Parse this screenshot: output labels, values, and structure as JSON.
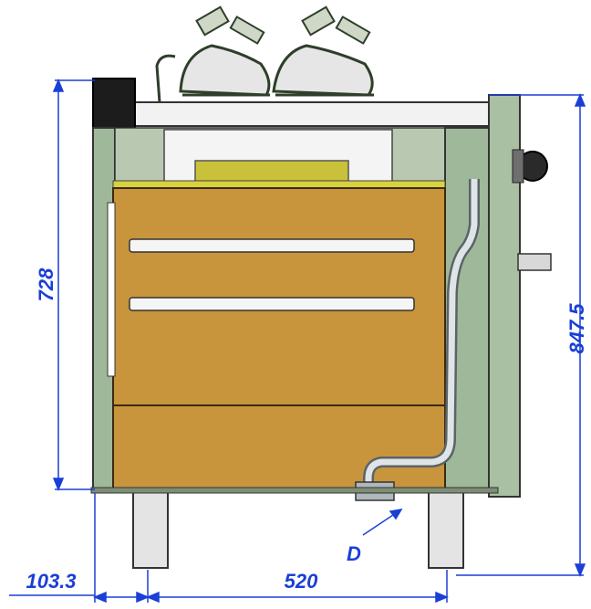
{
  "dimensions": {
    "height_left": "728",
    "height_right": "847.5",
    "width_bottom": "520",
    "offset_bottom": "103.3",
    "drain_label": "D"
  },
  "colors": {
    "dimension_blue": "#1a3fd6",
    "cabinet_green": "#9fb89a",
    "cabinet_dark": "#4f6b4a",
    "door_orange": "#c8953c",
    "door_dark": "#9a6a22",
    "steel": "#e8e8e8",
    "pipe_grey": "#c9ced2"
  },
  "icons": [
    "burner-valve-icon",
    "control-knob-icon"
  ]
}
